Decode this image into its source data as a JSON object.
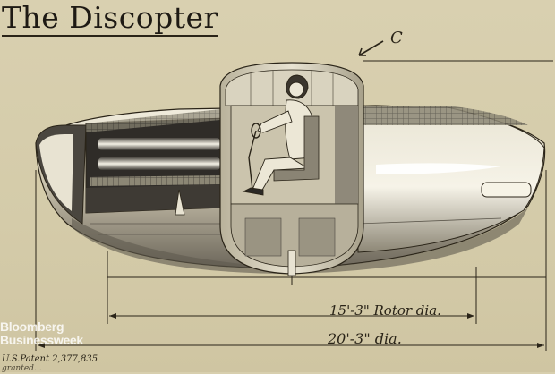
{
  "title": "The Discopter",
  "labels": {
    "callout_letter": "C",
    "rotor_dimension": "15'-3\" Rotor dia.",
    "overall_dimension": "20'-3\" dia."
  },
  "watermark": {
    "line1": "Bloomberg",
    "line2": "Businessweek"
  },
  "patent": {
    "line1": "U.S.Patent  2,377,835",
    "line2": "granted..."
  },
  "colors": {
    "paper": "#d8cfae",
    "ink": "#2a2418",
    "hull_light": "#efe9d6",
    "hull_shadow": "#6f6a5c",
    "interior_dark": "#2b2926"
  }
}
